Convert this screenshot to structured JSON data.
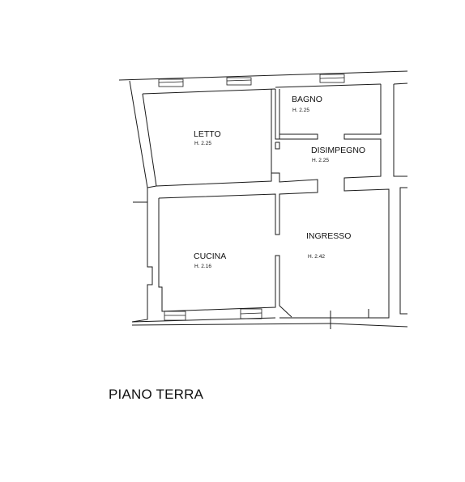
{
  "floor_title": "PIANO TERRA",
  "rooms": {
    "letto": {
      "name": "LETTO",
      "height": "H. 2.25"
    },
    "bagno": {
      "name": "BAGNO",
      "height": "H. 2.25"
    },
    "disimpegno": {
      "name": "DISIMPEGNO",
      "height": "H. 2.25"
    },
    "cucina": {
      "name": "CUCINA",
      "height": "H. 2.16"
    },
    "ingresso": {
      "name": "INGRESSO",
      "height": "H. 2.42"
    }
  }
}
